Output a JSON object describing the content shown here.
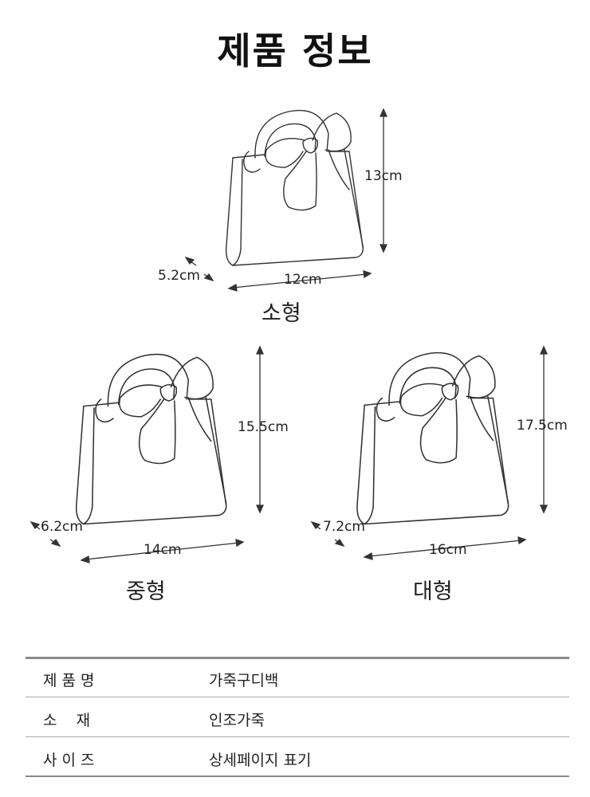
{
  "title": "제품 정보",
  "small": {
    "name": "소형",
    "height": "13cm",
    "width": "12cm",
    "depth": "5.2cm"
  },
  "medium": {
    "name": "중형",
    "height": "15.5cm",
    "width": "14cm",
    "depth": "6.2cm"
  },
  "large": {
    "name": "대형",
    "height": "17.5cm",
    "width": "16cm",
    "depth": "7.2cm"
  },
  "spec": {
    "rows": [
      {
        "label": "제 품 명",
        "value": "가죽구디백"
      },
      {
        "label": "소    재",
        "value": "인조가죽"
      },
      {
        "label": "사 이 즈",
        "value": "상세페이지 표기"
      }
    ]
  }
}
